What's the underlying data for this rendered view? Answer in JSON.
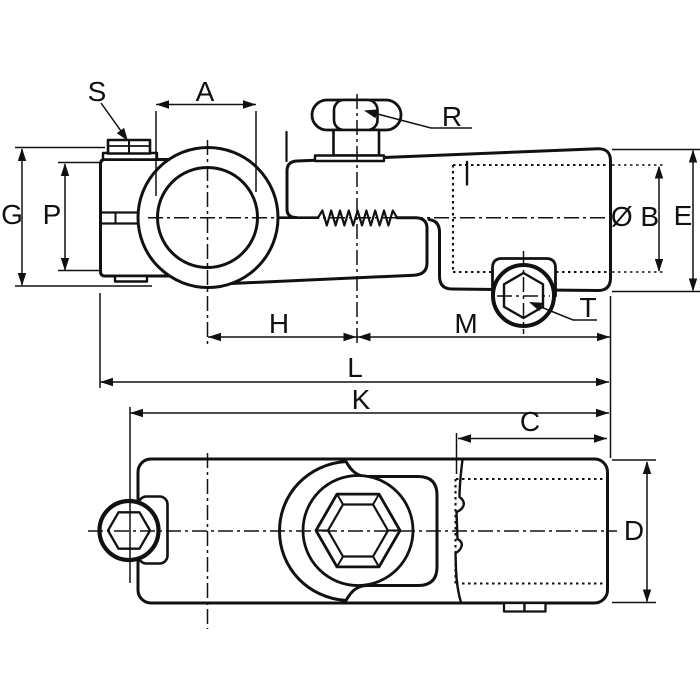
{
  "drawing": {
    "type": "technical-dimension-drawing",
    "views": {
      "side_view": "clamp holder with split ring, serrated joint, knob and hex bolt",
      "top_view": "holder body with hex socket screw and hex bolt head"
    },
    "colors": {
      "background": "#ffffff",
      "line": "#111111"
    },
    "labels": {
      "S": "S",
      "A": "A",
      "R": "R",
      "G": "G",
      "P": "P",
      "diameter_b": "Ø B",
      "E": "E",
      "H": "H",
      "M": "M",
      "L": "L",
      "K": "K",
      "C": "C",
      "D": "D",
      "T": "T"
    }
  }
}
